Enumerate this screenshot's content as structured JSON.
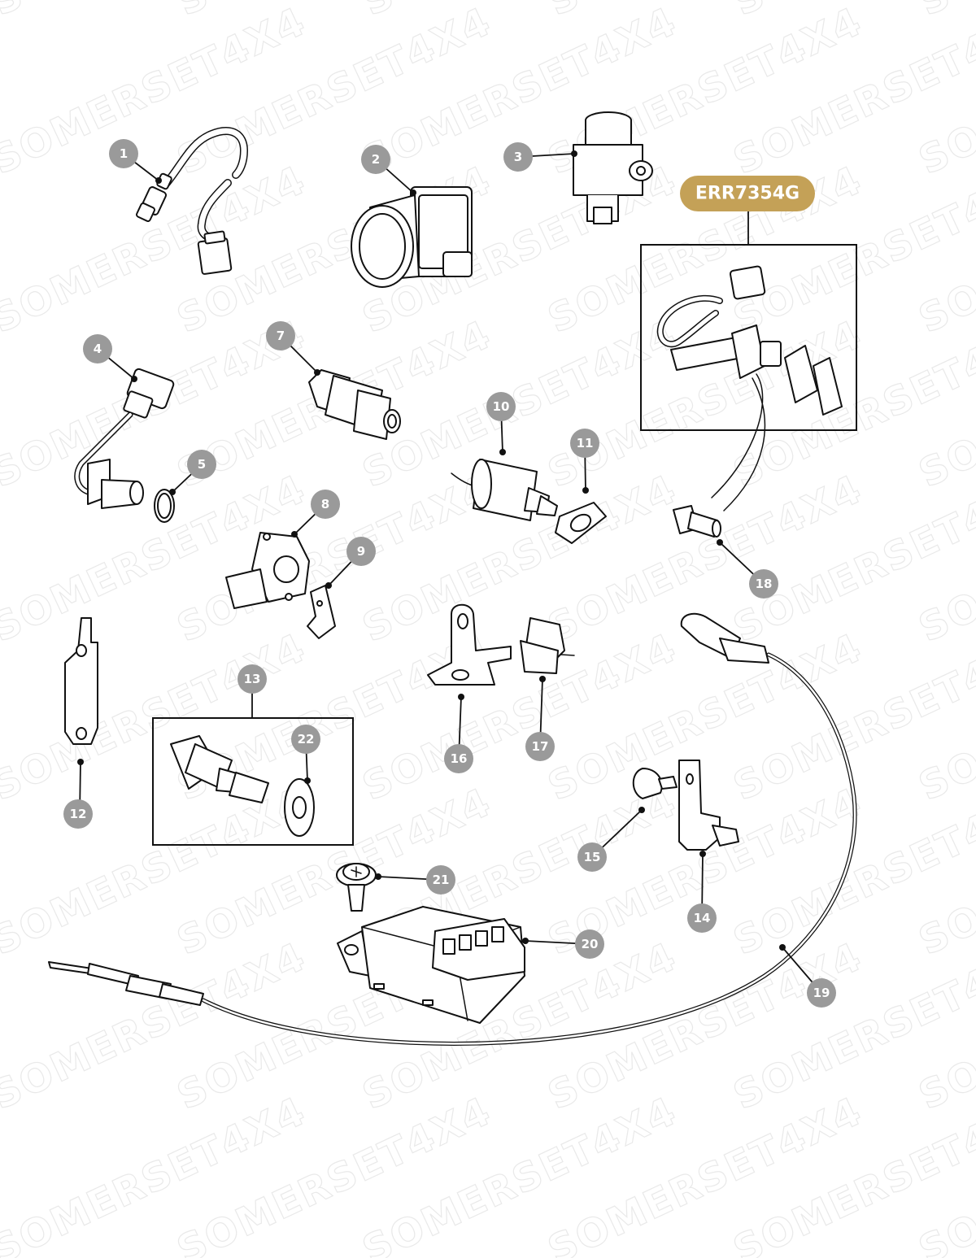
{
  "watermark": {
    "text": "SOMERSET4X4",
    "color": "#e9e9e9"
  },
  "part_badge": {
    "label": "ERR7354G",
    "color": "#c4a157"
  },
  "callouts": {
    "c1": "1",
    "c2": "2",
    "c3": "3",
    "c4": "4",
    "c5": "5",
    "c7": "7",
    "c8": "8",
    "c9": "9",
    "c10": "10",
    "c11": "11",
    "c12": "12",
    "c13": "13",
    "c14": "14",
    "c15": "15",
    "c16": "16",
    "c17": "17",
    "c18": "18",
    "c19": "19",
    "c20": "20",
    "c21": "21",
    "c22": "22"
  },
  "colors": {
    "callout": "#9a9a9a",
    "line": "#111111",
    "background": "#ffffff"
  }
}
